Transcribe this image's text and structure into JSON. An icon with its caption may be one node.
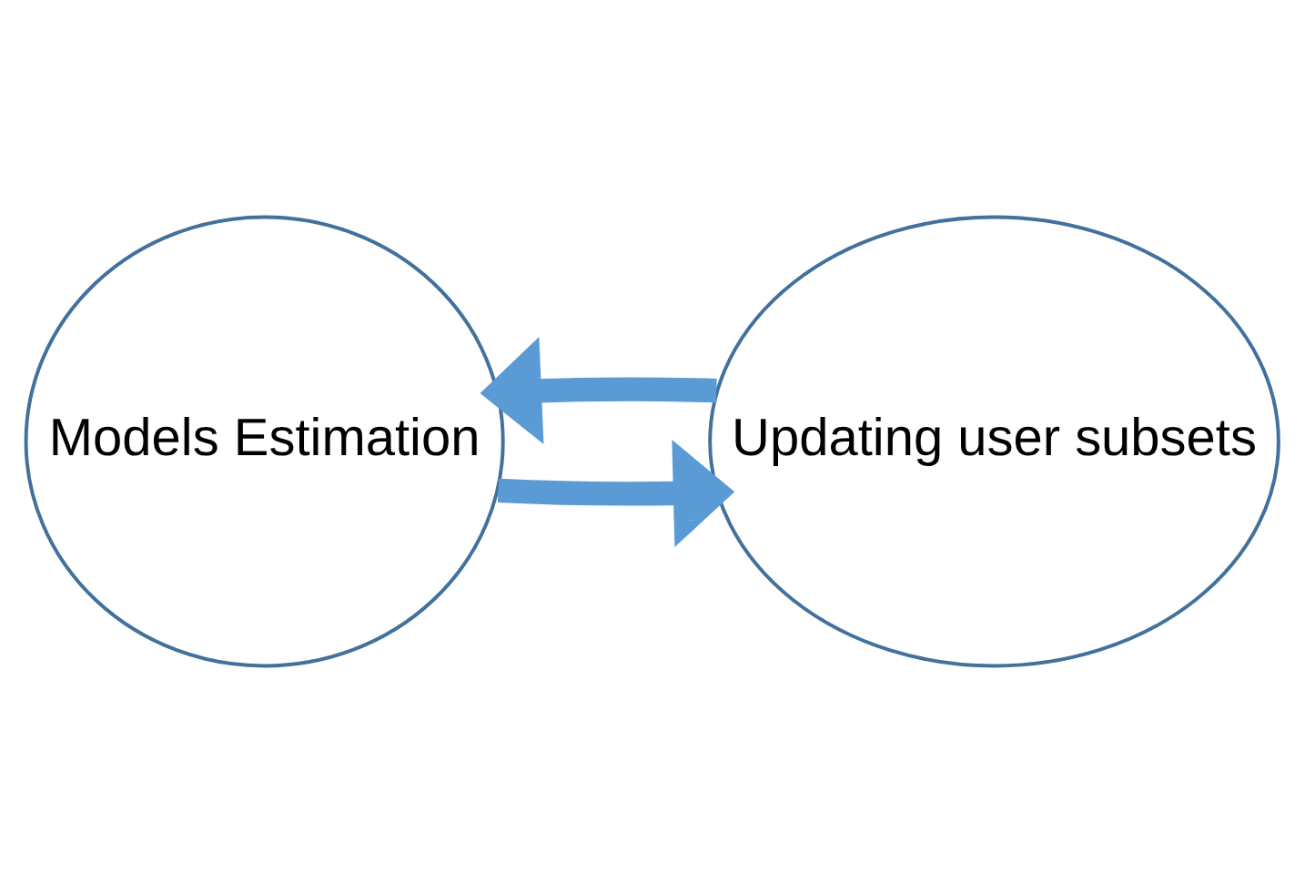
{
  "diagram": {
    "nodes": [
      {
        "text": [
          "Models Estimation"
        ]
      },
      {
        "text": [
          "Updating user subsets"
        ]
      }
    ],
    "edges": [
      {
        "from": 0,
        "to": 1,
        "arrow": "to"
      },
      {
        "from": 1,
        "to": 0,
        "arrow": "to"
      }
    ]
  }
}
